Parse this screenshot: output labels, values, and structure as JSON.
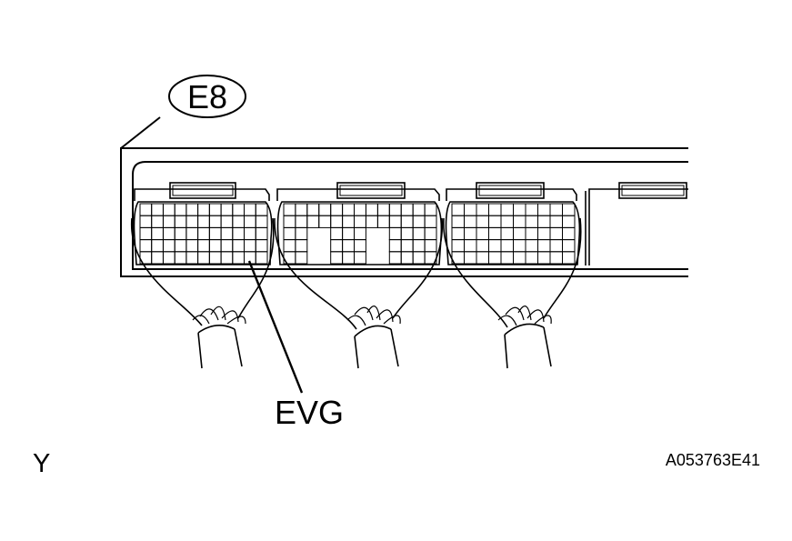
{
  "connector_label": "E8",
  "terminal_label": "EVG",
  "view_marker": "Y",
  "figure_code": "A053763E41"
}
